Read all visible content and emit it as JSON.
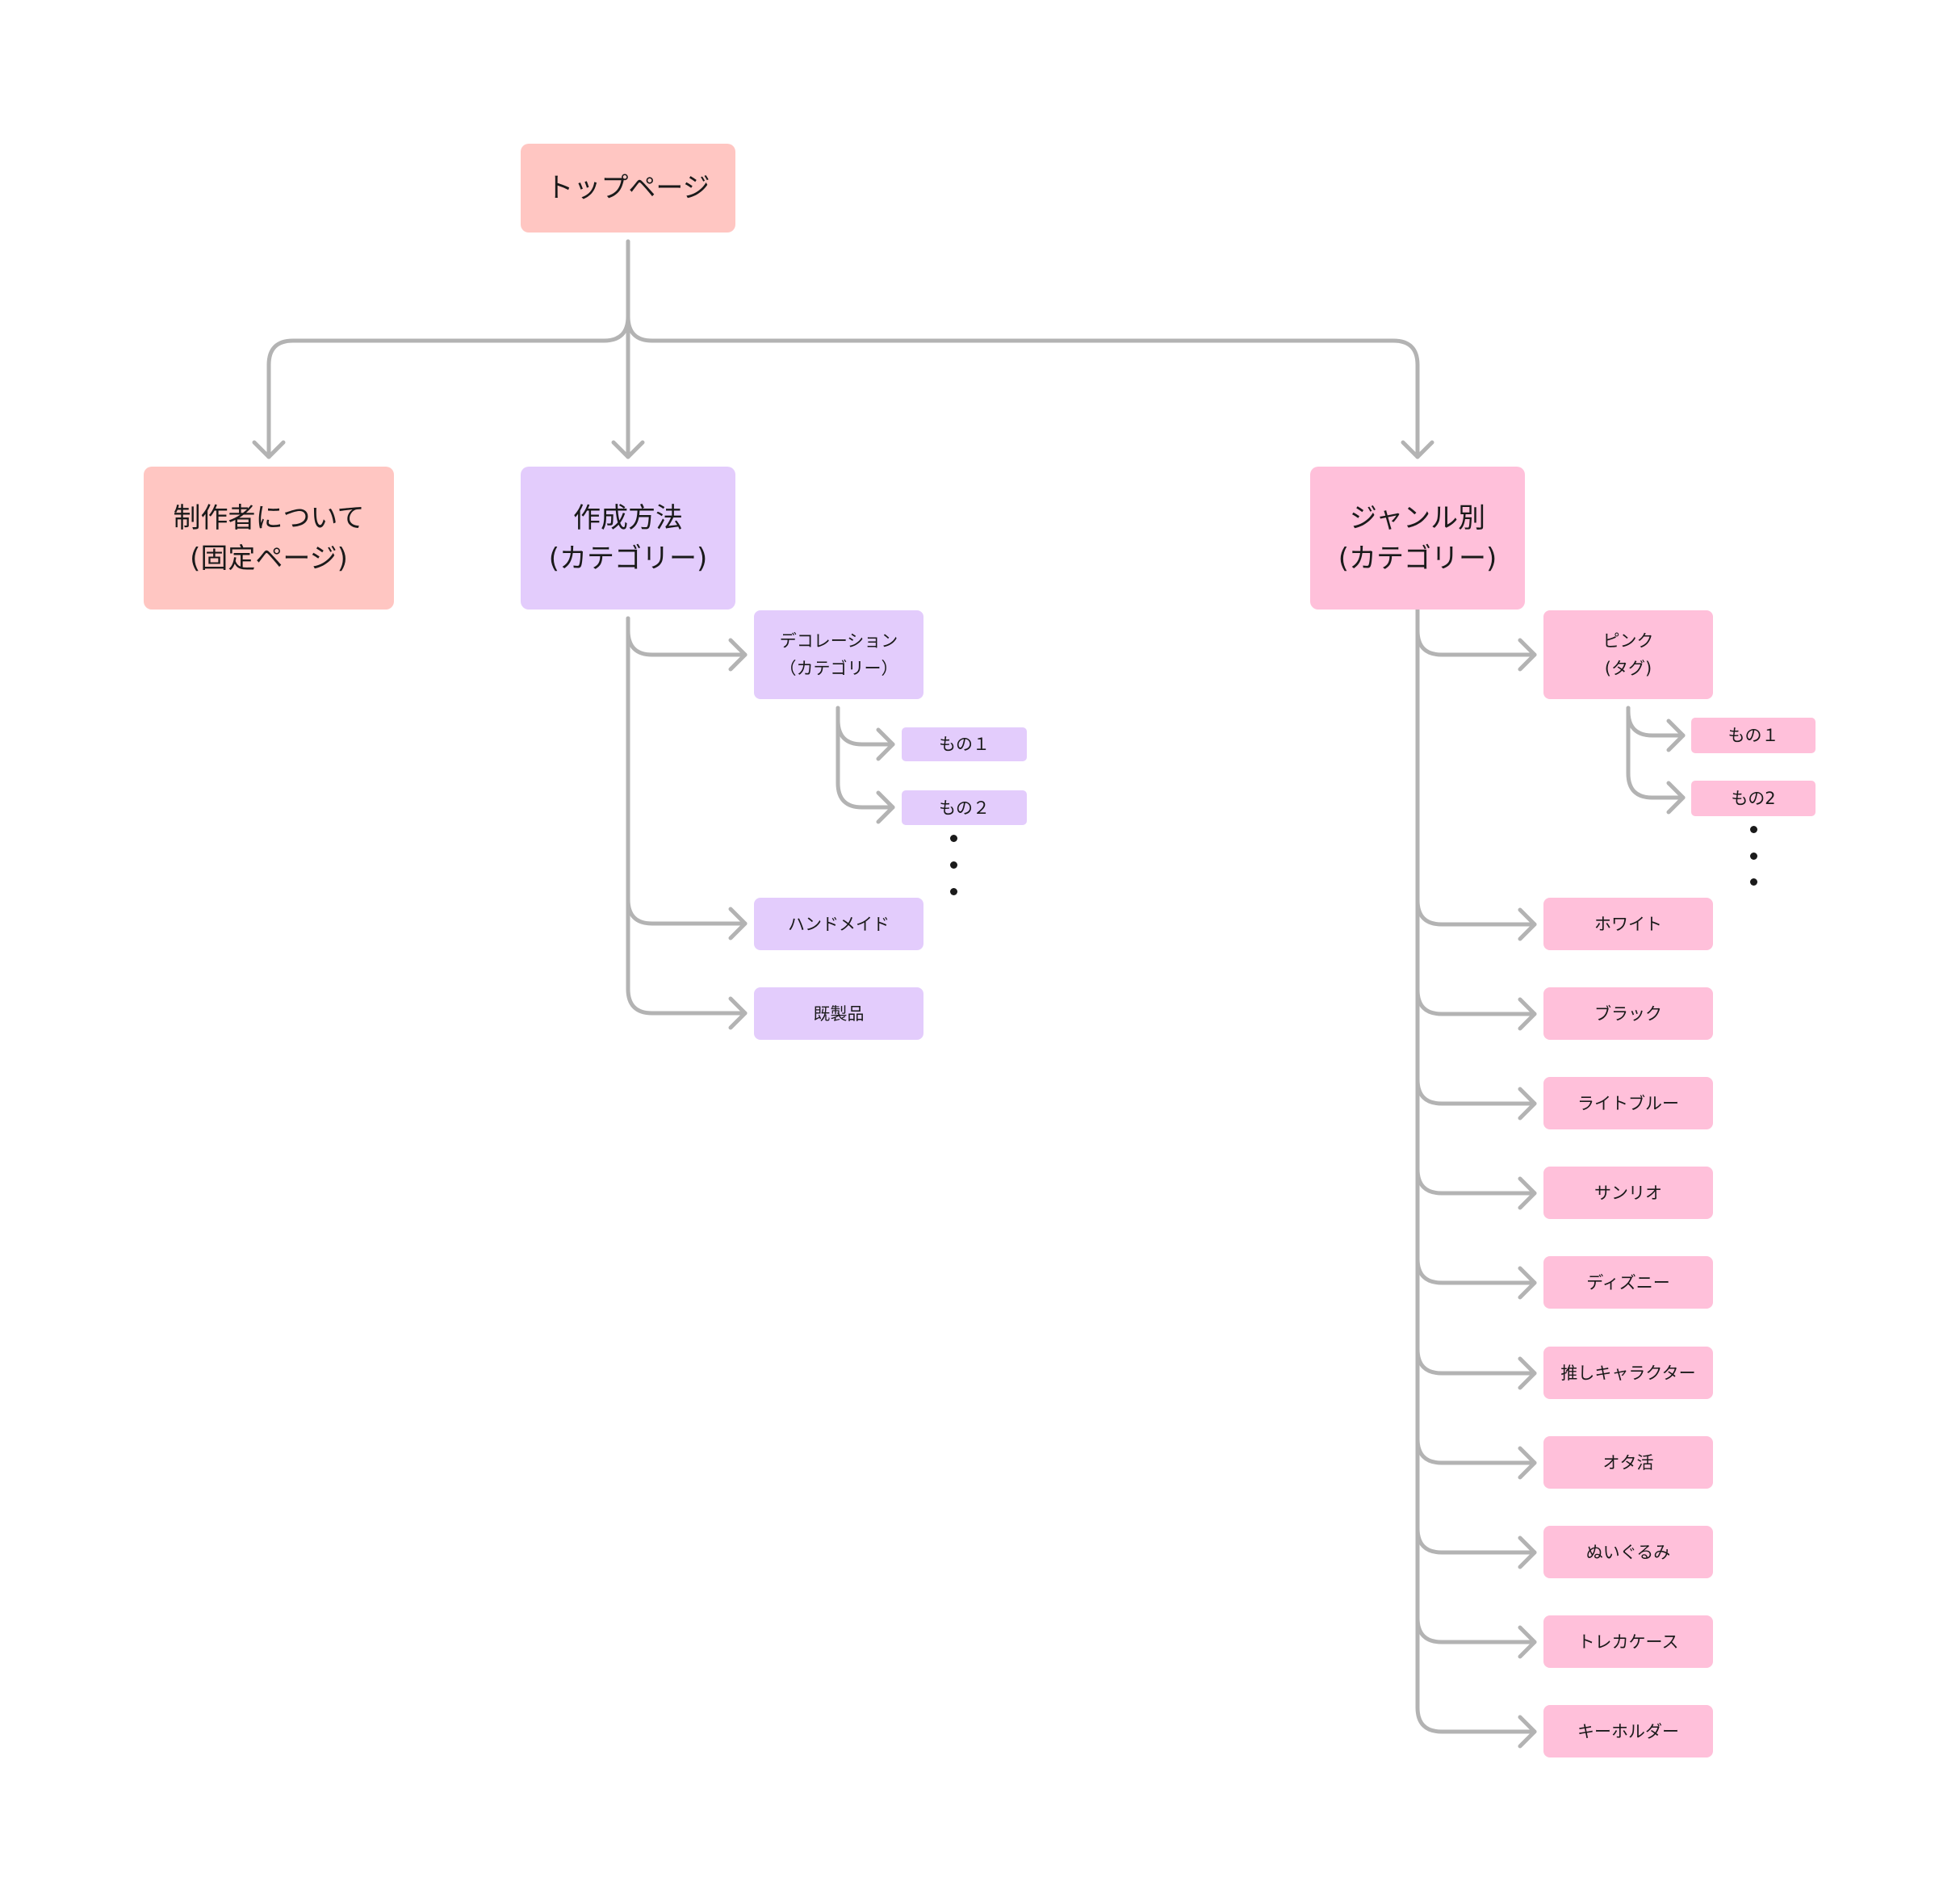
{
  "colors": {
    "salmon": "#ffc6c2",
    "purple": "#e3ccfc",
    "pink": "#ffc0da",
    "connector": "#b3b3b3",
    "text": "#1a1a1a"
  },
  "root": {
    "label": "トップページ"
  },
  "branches": {
    "about": {
      "label": "制作者について\n(固定ページ)"
    },
    "method": {
      "label": "作成方法\n(カテゴリー)",
      "children": {
        "decoration": {
          "label": "デコレーション\n（カテゴリー）",
          "items": [
            "もの１",
            "もの２"
          ],
          "more": "…"
        },
        "handmade": {
          "label": "ハンドメイド"
        },
        "readymade": {
          "label": "既製品"
        }
      }
    },
    "genre": {
      "label": "ジャンル別\n(カテゴリー)",
      "children": {
        "pink": {
          "label": "ピンク\n(タグ)",
          "items": [
            "もの１",
            "もの2"
          ],
          "more": "…"
        },
        "tags": [
          "ホワイト",
          "ブラック",
          "ライトブルー",
          "サンリオ",
          "ディズニー",
          "推しキャラクター",
          "オタ活",
          "ぬいぐるみ",
          "トレカケース",
          "キーホルダー"
        ]
      }
    }
  }
}
